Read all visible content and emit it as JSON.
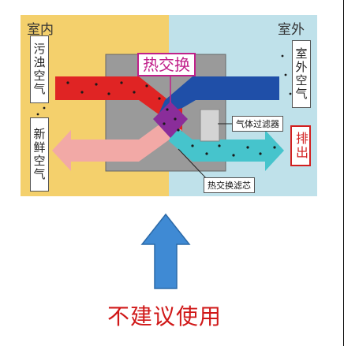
{
  "diagram": {
    "indoor_title": "室内",
    "outdoor_title": "室外",
    "dirty_air_label": "污浊空气",
    "fresh_air_label": "新鲜空气",
    "outdoor_air_label": "室外空气",
    "exhaust_label": "排出",
    "heat_exchange_label": "热交换",
    "gas_filter_label": "气体过滤器",
    "core_label": "热交换滤芯"
  },
  "caption": {
    "text": "不建议使用"
  },
  "colors": {
    "indoor_bg": "#f4d06c",
    "outdoor_bg": "#bfe1ea",
    "dirty_arrow": "#e02424",
    "fresh_arrow": "#f2a9a6",
    "outdoor_arrow": "#1f4fa8",
    "exhaust_arrow": "#46c4cc",
    "up_arrow": "#3f8ad4",
    "warning_text": "#d01818"
  }
}
